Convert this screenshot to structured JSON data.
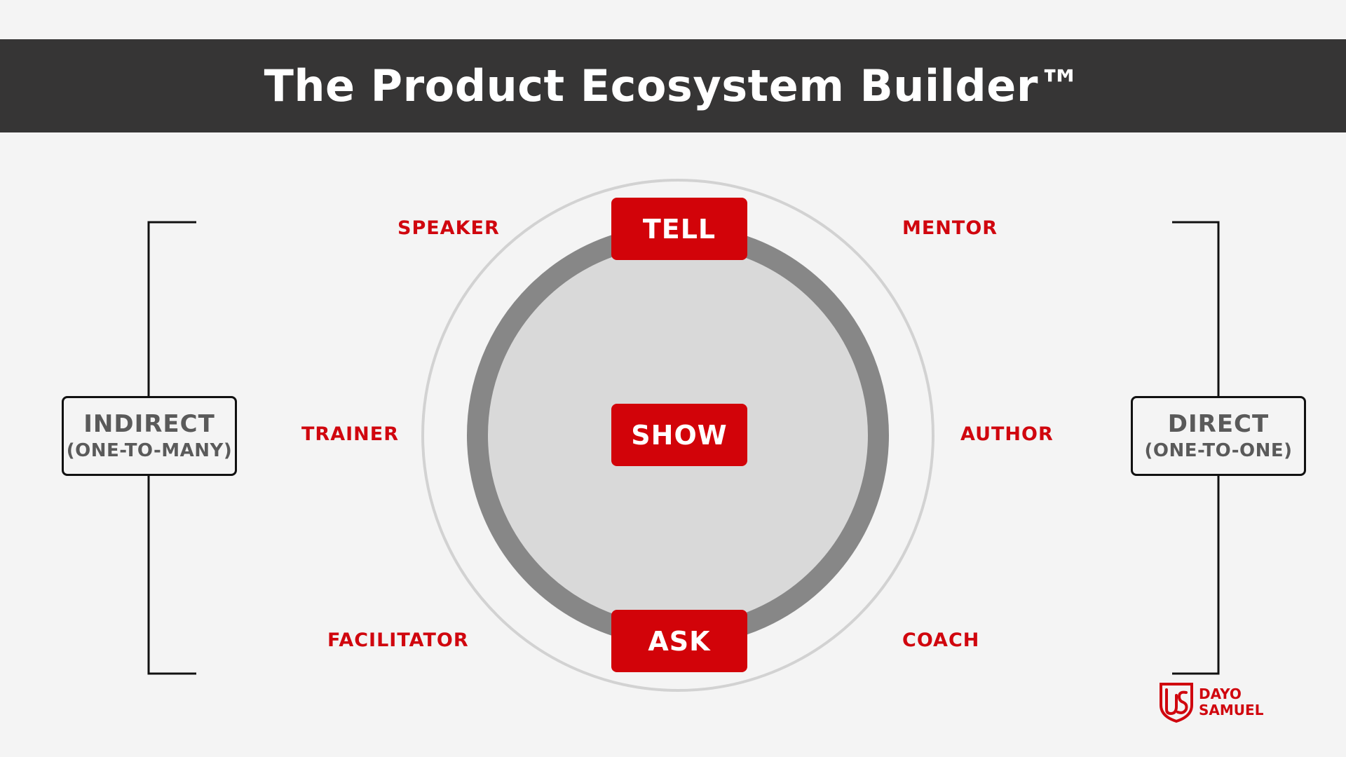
{
  "header": {
    "title": "The Product Ecosystem Builder™"
  },
  "center": {
    "top_label": "TELL",
    "middle_label": "SHOW",
    "bottom_label": "ASK"
  },
  "roles": {
    "top_left": "SPEAKER",
    "top_right": "MENTOR",
    "middle_left": "TRAINER",
    "middle_right": "AUTHOR",
    "bottom_left": "FACILITATOR",
    "bottom_right": "COACH"
  },
  "left_group": {
    "title": "INDIRECT",
    "subtitle": "(ONE-TO-MANY)"
  },
  "right_group": {
    "title": "DIRECT",
    "subtitle": "(ONE-TO-ONE)"
  },
  "logo": {
    "line1": "DAYO",
    "line2": "SAMUEL"
  },
  "colors": {
    "accent_red": "#d20309",
    "title_bar": "#363535",
    "ring": "#878787",
    "inner_disc": "#d9d9d9",
    "outer_circle": "#d2d2d2",
    "background": "#f4f4f4"
  }
}
